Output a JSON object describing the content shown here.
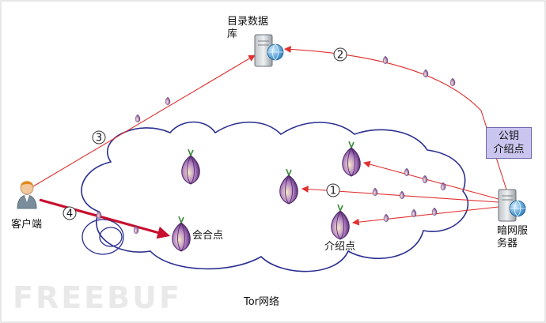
{
  "labels": {
    "directory_db": "目录数据库",
    "directory_db_line1": "目录数据",
    "directory_db_line2": "库",
    "client": "客户端",
    "rendezvous": "会合点",
    "intro_point": "介绍点",
    "hidden_server_line1": "暗网服",
    "hidden_server_line2": "务器",
    "public_key_line1": "公钥",
    "public_key_line2": "介绍点",
    "tor_network": "Tor网络",
    "watermark": "FREEBUF"
  },
  "steps": [
    "1",
    "2",
    "3",
    "4"
  ],
  "colors": {
    "path_line": "#e03030",
    "bold_path": "#c8102e",
    "cloud_stroke": "#2b2f8f",
    "box_fill": "#c9c5ef",
    "onion_purple": "#6f3f8f"
  }
}
